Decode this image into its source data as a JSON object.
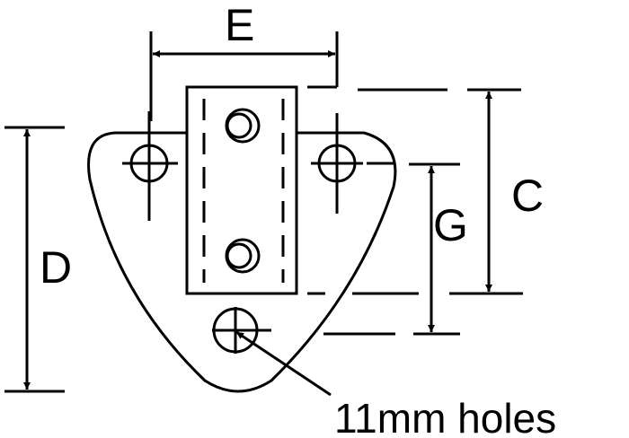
{
  "labels": {
    "E": "E",
    "D": "D",
    "C": "C",
    "G": "G",
    "holes": "11mm holes"
  },
  "colors": {
    "stroke": "#000000",
    "background": "#ffffff"
  }
}
